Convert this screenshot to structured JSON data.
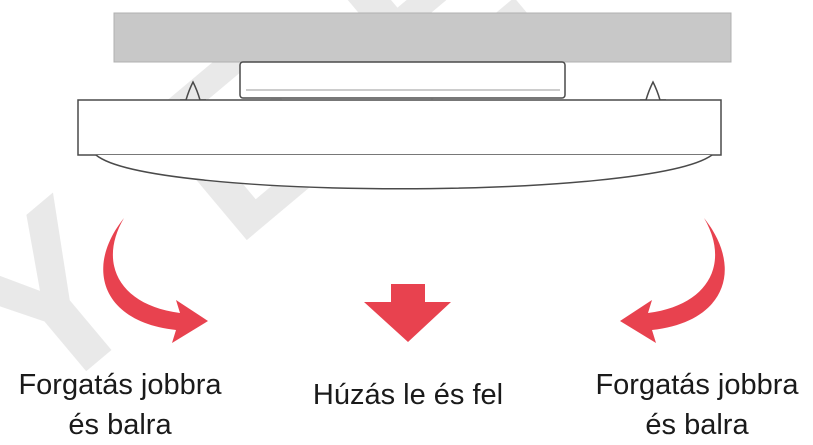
{
  "watermark": {
    "text": "YEEL",
    "color": "#e6e6e6"
  },
  "colors": {
    "arrow": "#e8424f",
    "ceiling": "#c8c8c8",
    "outline": "#4a4a4a"
  },
  "captions": {
    "left": {
      "line1": "Forgatás jobbra",
      "line2": "és balra",
      "icon": "curved-arrow-right-icon"
    },
    "center": {
      "line1": "Húzás le és fel",
      "icon": "arrow-down-icon"
    },
    "right": {
      "line1": "Forgatás jobbra",
      "line2": "és balra",
      "icon": "curved-arrow-left-icon"
    }
  }
}
